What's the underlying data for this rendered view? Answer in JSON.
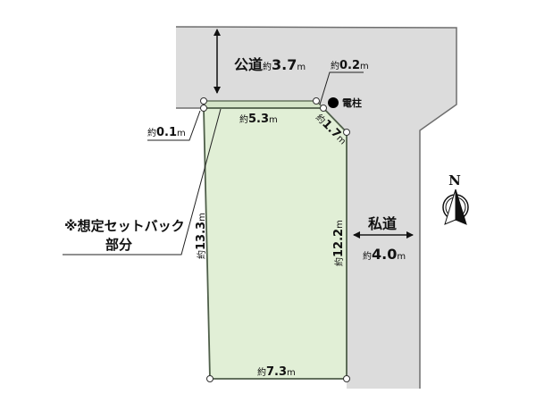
{
  "colors": {
    "road_fill": "#dcdcdc",
    "road_stroke": "#6e6e6e",
    "lot_fill": "#e1efd6",
    "lot_stroke": "#4f5f4a",
    "text": "#111111",
    "pole": "#000000"
  },
  "public_road": {
    "name": "公道",
    "prefix": "約",
    "width_value": "3.7",
    "unit": "m"
  },
  "private_road": {
    "name": "私道",
    "prefix": "約",
    "width_value": "4.0",
    "unit": "m"
  },
  "utility_pole": {
    "label": "電柱",
    "icon": "filled-circle"
  },
  "setback": {
    "label_line1": "※想定セットバック",
    "label_line2": "部分"
  },
  "dimensions": {
    "setback_left": {
      "prefix": "約",
      "value": "0.1",
      "unit": "m"
    },
    "setback_right": {
      "prefix": "約",
      "value": "0.2",
      "unit": "m"
    },
    "top_edge": {
      "prefix": "約",
      "value": "5.3",
      "unit": "m"
    },
    "corner_cut": {
      "prefix": "約",
      "value": "1.7",
      "unit": "m"
    },
    "left_edge": {
      "prefix": "約",
      "value": "13.3",
      "unit": "m"
    },
    "right_edge": {
      "prefix": "約",
      "value": "12.2",
      "unit": "m"
    },
    "bottom_edge": {
      "prefix": "約",
      "value": "7.3",
      "unit": "m"
    }
  },
  "compass": {
    "label": "N",
    "icon": "north-arrow"
  }
}
